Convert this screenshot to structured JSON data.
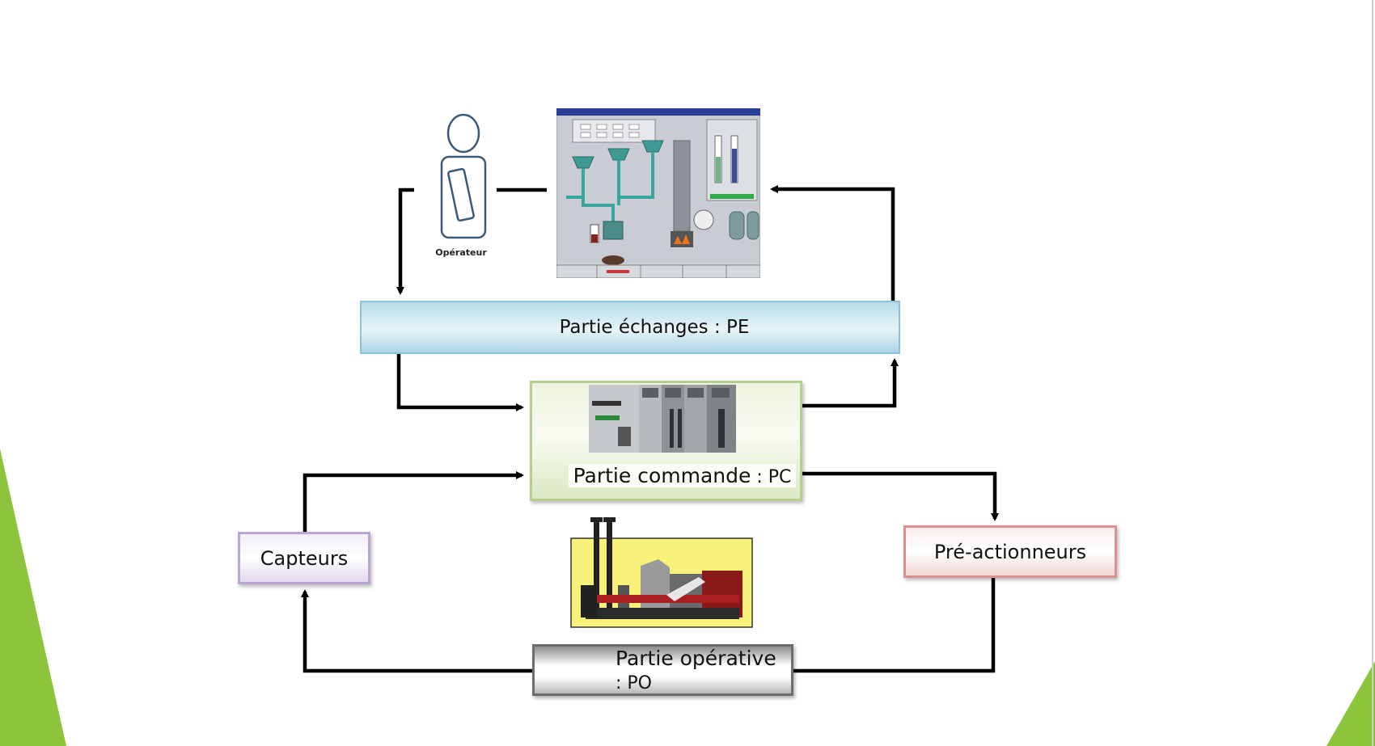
{
  "diagram": {
    "boxes": {
      "pe": "Partie échanges : PE",
      "pc_main": "Partie commande",
      "pc_suffix": " : PC",
      "capteurs": "Capteurs",
      "pre_actionneurs": "Pré-actionneurs",
      "po_main": "Partie opérative",
      "po_suffix": " : PO"
    },
    "operator_label": "Opérateur",
    "icons": {
      "operator": "person-icon",
      "hmi": "scada-screen-icon",
      "plc": "plc-rack-icon",
      "factory": "factory-icon"
    }
  },
  "colors": {
    "accent_green": "#8cc43c",
    "pe_border": "#8cc3d4",
    "pc_border": "#b5cf92",
    "capteurs_border": "#b8a6d4",
    "preact_border": "#e08f8f",
    "po_border": "#6d6d6d"
  }
}
